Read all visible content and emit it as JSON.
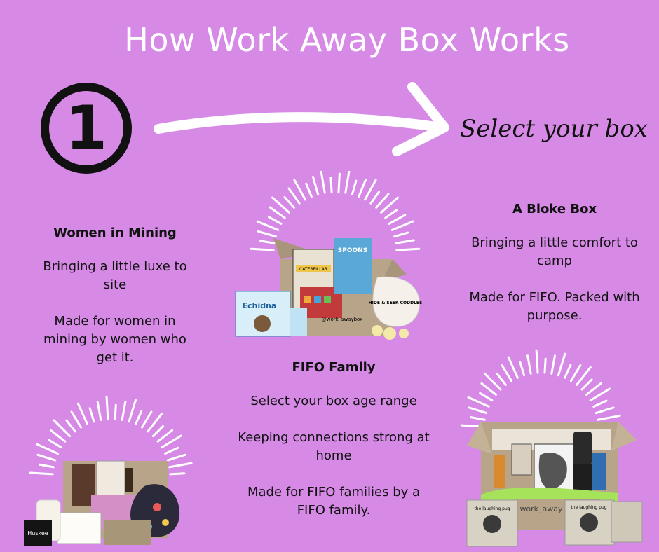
{
  "header": {
    "title": "How Work Away Box Works"
  },
  "step": {
    "number": "1",
    "text": "Select your box"
  },
  "boxes": {
    "women": {
      "title": "Women in Mining",
      "lines": [
        "Bringing a little luxe to site",
        "Made for women in mining by women who get it."
      ]
    },
    "bloke": {
      "title": "A Bloke Box",
      "lines": [
        "Bringing a little comfort to camp",
        "Made for FIFO. Packed with purpose."
      ]
    },
    "family": {
      "title": "FIFO Family",
      "lines": [
        "Select your box age range",
        "Keeping connections strong at home",
        "Made for FIFO families by a FIFO family."
      ]
    }
  },
  "product_text": {
    "family_box_label": "@work_awaybox",
    "family_items": [
      "Echidna",
      "CATERPILLAR",
      "SPOONS",
      "HIDE & SEEK CODDLES"
    ],
    "women_items": [
      "Huskee"
    ],
    "bloke_box_label": "work_away",
    "bloke_items": [
      "the laughing pug"
    ]
  },
  "colors": {
    "background": "#d68ae6",
    "title": "#ffffff",
    "ink": "#111111",
    "rays": "#ffffff"
  }
}
